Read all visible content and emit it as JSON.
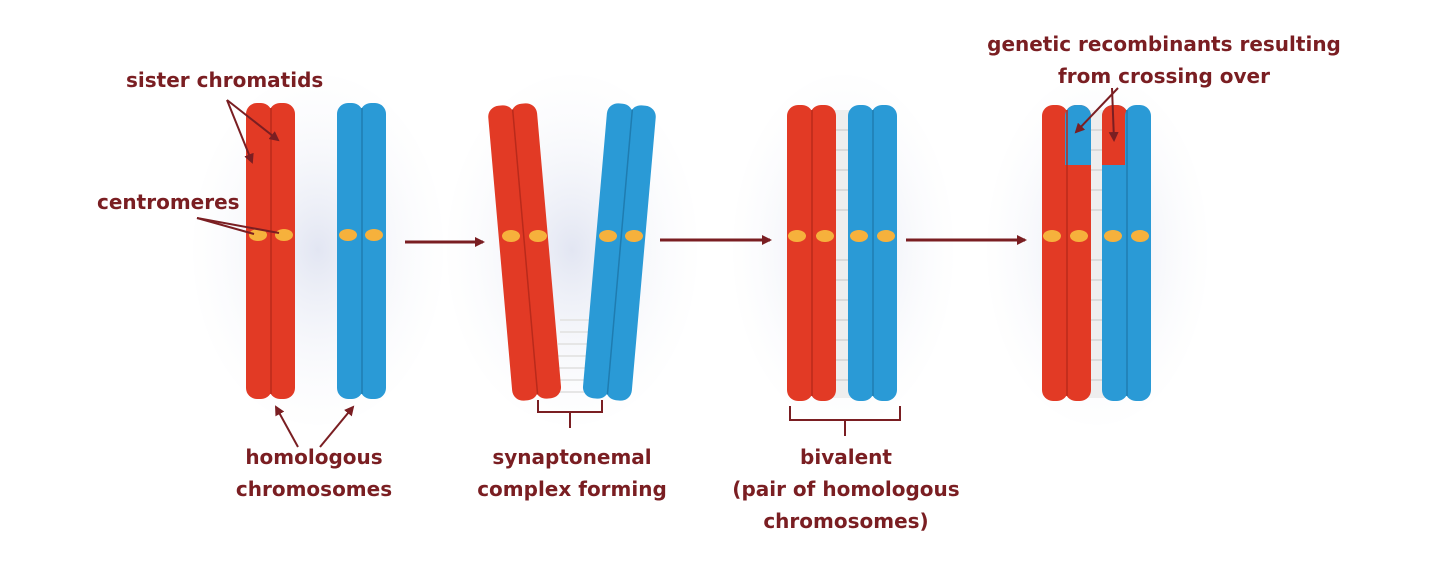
{
  "labels": {
    "sister_chromatids": "sister chromatids",
    "centromeres": "centromeres",
    "homologous_line1": "homologous",
    "homologous_line2": "chromosomes",
    "synaptonemal_line1": "synaptonemal",
    "synaptonemal_line2": "complex forming",
    "bivalent_line1": "bivalent",
    "bivalent_line2": "(pair of homologous",
    "bivalent_line3": "chromosomes)",
    "recombinants_line1": "genetic recombinants resulting",
    "recombinants_line2": "from crossing over"
  },
  "colors": {
    "maternal": "#e23a25",
    "paternal": "#2a9ad6",
    "centromere": "#f6b13c",
    "label_text": "#7a1e22",
    "arrow": "#7a1e22",
    "synapse": "#e6e6e6"
  },
  "stages": [
    {
      "name": "homologous-chromosomes"
    },
    {
      "name": "synaptonemal-complex-forming"
    },
    {
      "name": "bivalent"
    },
    {
      "name": "crossing-over"
    }
  ]
}
